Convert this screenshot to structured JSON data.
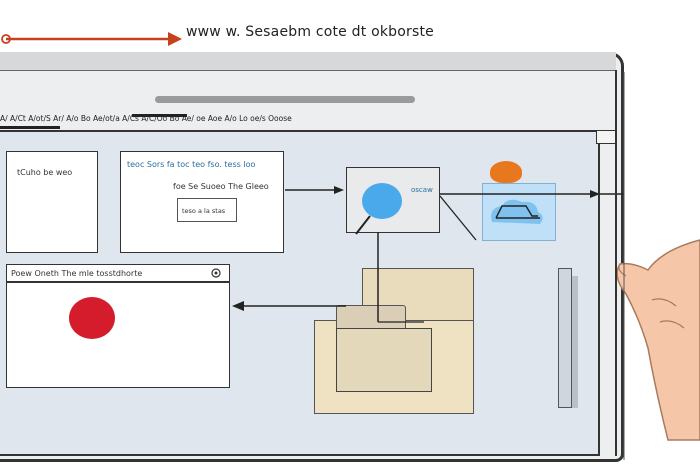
{
  "caption": {
    "text": "www w. Sesaebm cote dt okborste"
  },
  "menu": {
    "text": "A/ A/Ct A/ot/S   Ar/ A/o   Bo Ae/ot/a   A/Cs   A/C/Oo   Bo  Ae/ oe   Aoe  A/o   Lo oe/s Ooose"
  },
  "panels": {
    "panel_a_text": "tCuho be weo",
    "panel_b_title": "teoc Sors  fa toc  teo  fso. tess loo",
    "panel_b_body": "foe Se Suoeo The Gleeo",
    "panel_b_box": "teso a la stas",
    "panel_c_title": "Poew Oneth  The mle  tosstdhorte"
  },
  "cards": {
    "blue_card_label": "oscaw",
    "blue_card_label_short": "◘"
  },
  "colors": {
    "accent_orange": "#e8781e",
    "red_dot": "#d41c2c",
    "blue_node": "#4aa9ea",
    "cloud_fill": "#bfe0f6",
    "folder": "#efe2c2"
  },
  "icons": {
    "caption_arrow": "arrow-right-icon",
    "blue_circle": "circle-icon",
    "cloud": "cloud-icon",
    "folder": "folder-icon",
    "hand": "hand-icon"
  }
}
